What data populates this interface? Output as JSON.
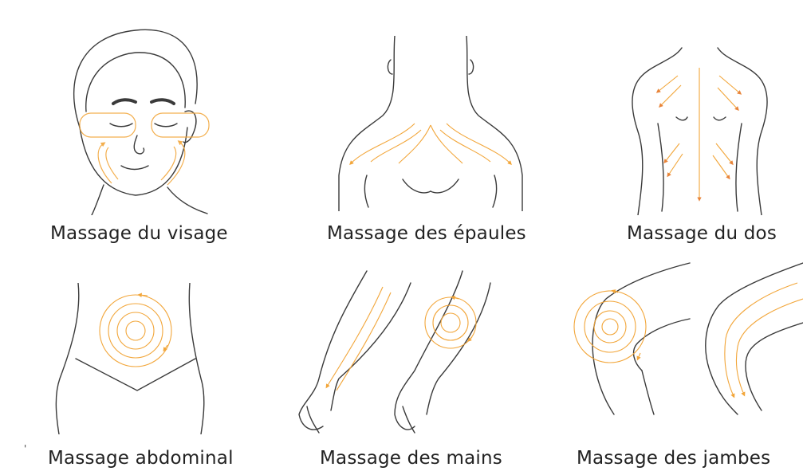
{
  "colors": {
    "line": "#3a3a3a",
    "arrow": "#f2a63a",
    "arrow_dark": "#e8843a",
    "background": "#ffffff"
  },
  "panels": [
    {
      "caption": "Massage du visage",
      "icon": "face-massage-icon"
    },
    {
      "caption": "Massage des épaules",
      "icon": "shoulders-massage-icon"
    },
    {
      "caption": "Massage du dos",
      "icon": "back-massage-icon"
    },
    {
      "caption": "Massage abdominal",
      "icon": "abdomen-massage-icon"
    },
    {
      "caption": "Massage des mains",
      "icon": "arm-massage-icon"
    },
    {
      "caption": "Massage des jambes",
      "icon": "leg-massage-icon"
    }
  ],
  "stray_mark": "'"
}
